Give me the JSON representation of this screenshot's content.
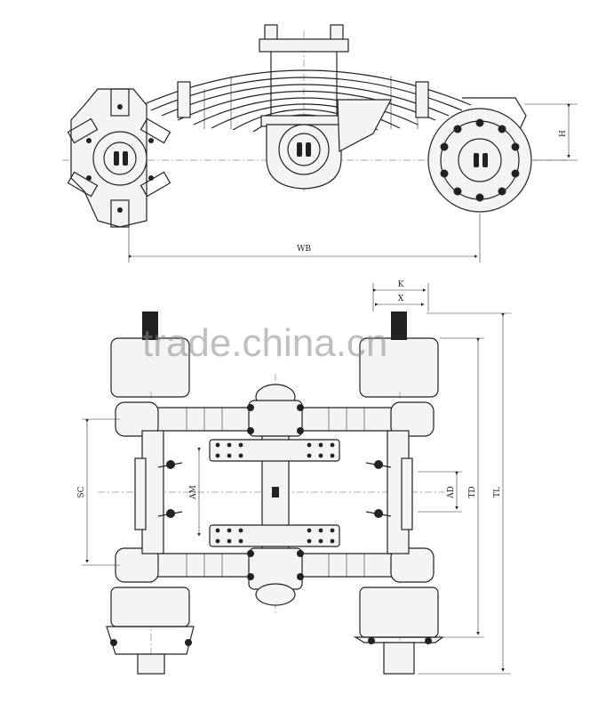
{
  "watermark": "trade.china.cn",
  "side_view": {
    "dimensions": {
      "height": "H",
      "wheelbase": "WB"
    }
  },
  "top_view": {
    "dimensions": {
      "k": "K",
      "x": "X",
      "spring_centers": "SC",
      "axle_mount": "AM",
      "axle_offset": "AD",
      "track": "TD",
      "total_length": "TL"
    }
  }
}
